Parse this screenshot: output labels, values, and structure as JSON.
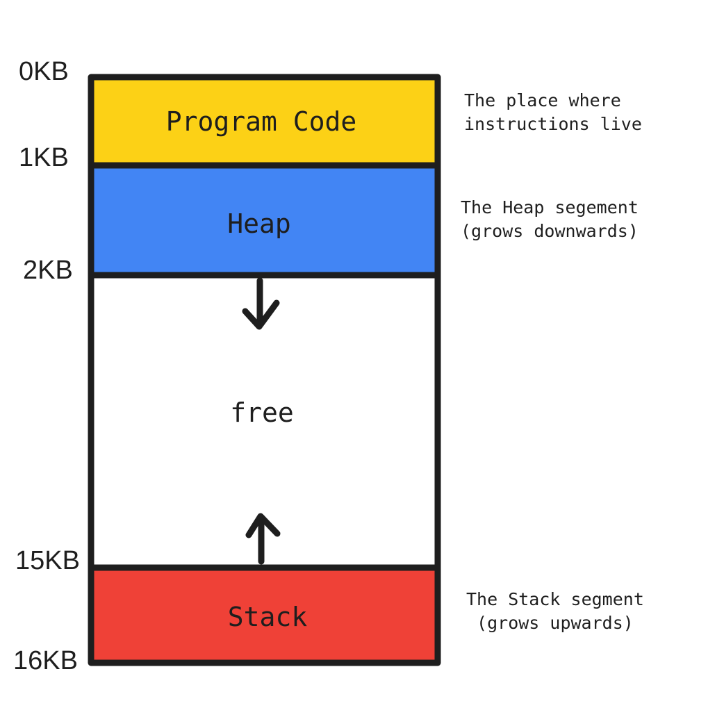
{
  "segments": {
    "code": {
      "label": "Program Code",
      "color": "#FCD116"
    },
    "heap": {
      "label": "Heap",
      "color": "#4285F4"
    },
    "free": {
      "label": "free",
      "color": "#FFFFFF"
    },
    "stack": {
      "label": "Stack",
      "color": "#EF4137"
    }
  },
  "addresses": [
    "0KB",
    "1KB",
    "2KB",
    "15KB",
    "16KB"
  ],
  "notes": {
    "code": [
      "The place where",
      "instructions live"
    ],
    "heap": [
      "The Heap segement",
      "(grows downwards)"
    ],
    "stack": [
      "The Stack segment",
      "(grows upwards)"
    ]
  },
  "colors": {
    "stroke": "#1E1E1E"
  },
  "icons": {
    "heap_arrow": "arrow-down-icon",
    "stack_arrow": "arrow-up-icon"
  }
}
